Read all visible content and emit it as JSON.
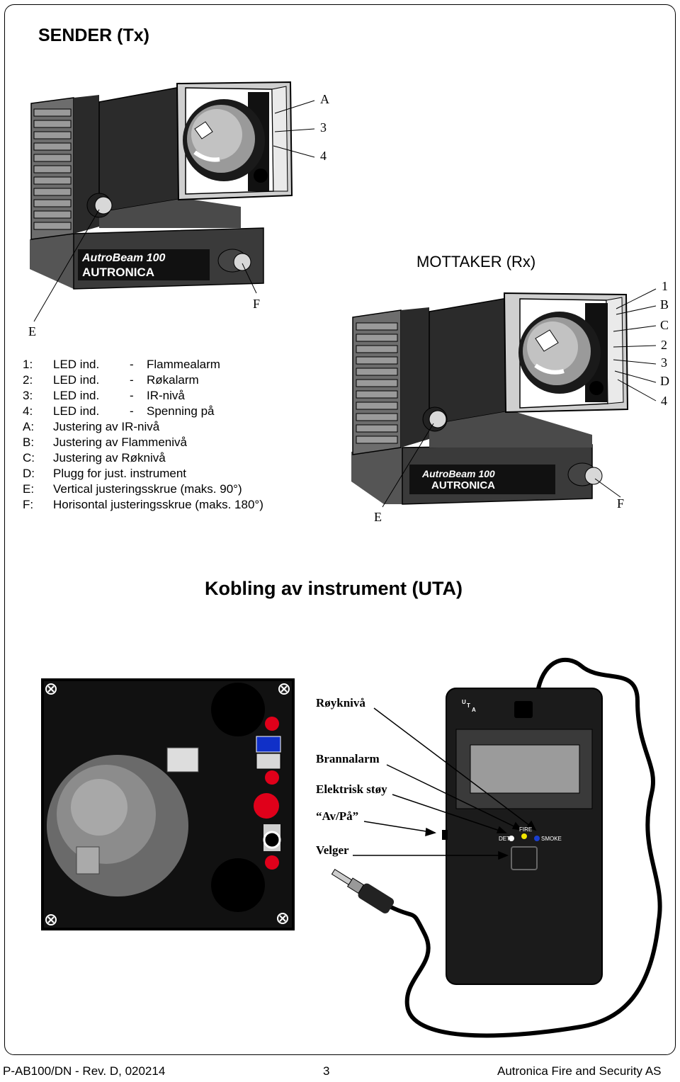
{
  "titles": {
    "sender": "SENDER (Tx)",
    "receiver": "MOTTAKER (Rx)",
    "connection": "Kobling av instrument (UTA)"
  },
  "sender_callouts": {
    "a": "A",
    "three": "3",
    "four": "4",
    "e": "E",
    "f": "F"
  },
  "receiver_callouts": {
    "one": "1",
    "b": "B",
    "c": "C",
    "two": "2",
    "three": "3",
    "d": "D",
    "four": "4",
    "e": "E",
    "f": "F"
  },
  "device_brand": {
    "model": "AutroBeam  100",
    "maker": "AUTRONICA"
  },
  "legend": [
    {
      "key": "1:",
      "a": "LED ind.",
      "b": "-",
      "c": "Flammealarm"
    },
    {
      "key": "2:",
      "a": "LED ind.",
      "b": "-",
      "c": "Røkalarm"
    },
    {
      "key": "3:",
      "a": "LED ind.",
      "b": "-",
      "c": "IR-nivå"
    },
    {
      "key": "4:",
      "a": "LED ind.",
      "b": "-",
      "c": "Spenning på"
    },
    {
      "key": "A:",
      "a": "Justering av IR-nivå",
      "b": "",
      "c": ""
    },
    {
      "key": "B:",
      "a": "Justering av Flammenivå",
      "b": "",
      "c": ""
    },
    {
      "key": "C:",
      "a": "Justering av Røknivå",
      "b": "",
      "c": ""
    },
    {
      "key": "D:",
      "a": "Plugg for just. instrument",
      "b": "",
      "c": ""
    },
    {
      "key": "E:",
      "a": "Vertical justeringsskrue (maks. 90°)",
      "b": "",
      "c": ""
    },
    {
      "key": "F:",
      "a": "Horisontal justeringsskrue (maks. 180°)",
      "b": "",
      "c": ""
    }
  ],
  "uta_labels": {
    "smoke_level": "Røyknivå",
    "fire_alarm": "Brannalarm",
    "electrical_noise": "Elektrisk støy",
    "on_off": "“Av/På”",
    "selector": "Velger"
  },
  "uta_device": {
    "logo_u": "U",
    "logo_t": "T",
    "logo_a": "A",
    "led_det": "DET",
    "led_fire": "FIRE",
    "led_smoke": "SMOKE"
  },
  "footer": {
    "doc_ref": "P-AB100/DN - Rev. D, 020214",
    "page": "3",
    "company": "Autronica Fire and Security AS"
  },
  "colors": {
    "led_red": "#e0001a",
    "led_yellow": "#f2e600",
    "led_blue": "#1a3fd0",
    "blue_block": "#1030c8"
  }
}
